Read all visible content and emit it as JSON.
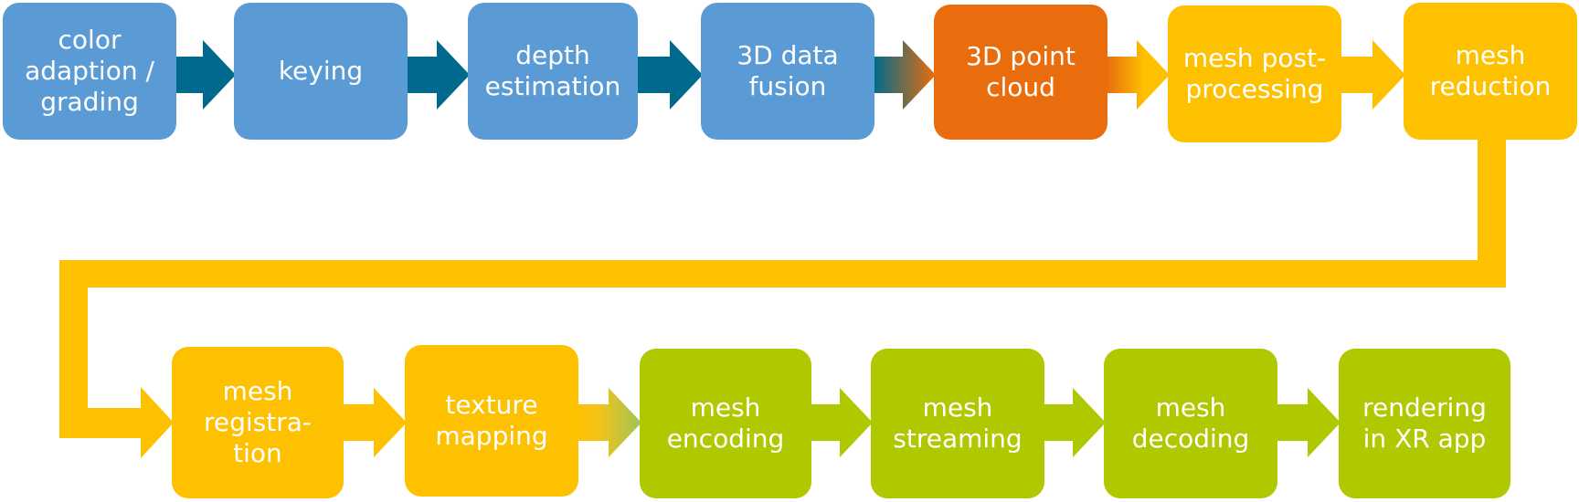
{
  "diagram": {
    "type": "flowchart",
    "description": "Volumetric video processing pipeline",
    "colors": {
      "blue_box": "#5b9bd5",
      "blue_arrow": "#006a8e",
      "orange_box": "#e96d0c",
      "yellow_box": "#fdc100",
      "green_box": "#b0c800",
      "text": "#ffffff"
    },
    "row1": [
      {
        "id": "color-grading",
        "label": "color\nadaption /\ngrading",
        "color": "blue"
      },
      {
        "id": "keying",
        "label": "keying",
        "color": "blue"
      },
      {
        "id": "depth-estimation",
        "label": "depth\nestimation",
        "color": "blue"
      },
      {
        "id": "data-fusion",
        "label": "3D data\nfusion",
        "color": "blue"
      },
      {
        "id": "point-cloud",
        "label": "3D point\ncloud",
        "color": "orange"
      },
      {
        "id": "mesh-post-processing",
        "label": "mesh post-\nprocessing",
        "color": "yellow"
      },
      {
        "id": "mesh-reduction",
        "label": "mesh\nreduction",
        "color": "yellow"
      }
    ],
    "row2": [
      {
        "id": "mesh-registration",
        "label": "mesh\nregistra-\ntion",
        "color": "yellow"
      },
      {
        "id": "texture-mapping",
        "label": "texture\nmapping",
        "color": "yellow"
      },
      {
        "id": "mesh-encoding",
        "label": "mesh\nencoding",
        "color": "green"
      },
      {
        "id": "mesh-streaming",
        "label": "mesh\nstreaming",
        "color": "green"
      },
      {
        "id": "mesh-decoding",
        "label": "mesh\ndecoding",
        "color": "green"
      },
      {
        "id": "rendering",
        "label": "rendering\nin XR app",
        "color": "green"
      }
    ],
    "edges": [
      {
        "from": "color-grading",
        "to": "keying"
      },
      {
        "from": "keying",
        "to": "depth-estimation"
      },
      {
        "from": "depth-estimation",
        "to": "data-fusion"
      },
      {
        "from": "data-fusion",
        "to": "point-cloud"
      },
      {
        "from": "point-cloud",
        "to": "mesh-post-processing"
      },
      {
        "from": "mesh-post-processing",
        "to": "mesh-reduction"
      },
      {
        "from": "mesh-reduction",
        "to": "mesh-registration"
      },
      {
        "from": "mesh-registration",
        "to": "texture-mapping"
      },
      {
        "from": "texture-mapping",
        "to": "mesh-encoding"
      },
      {
        "from": "mesh-encoding",
        "to": "mesh-streaming"
      },
      {
        "from": "mesh-streaming",
        "to": "mesh-decoding"
      },
      {
        "from": "mesh-decoding",
        "to": "rendering"
      }
    ]
  }
}
